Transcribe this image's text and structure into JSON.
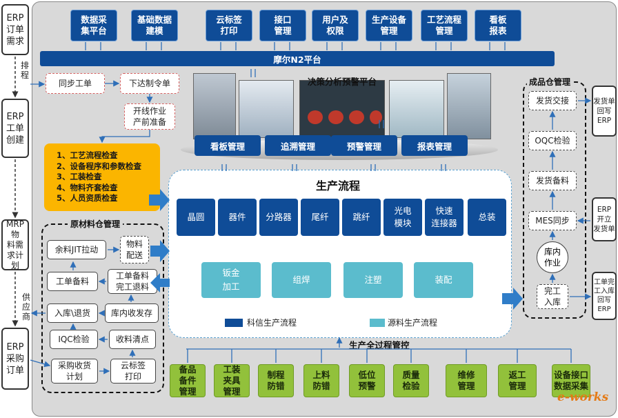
{
  "left_column": {
    "erp_order_demand": "ERP\n订单\n需求",
    "schedule": "排\n程",
    "erp_work_order": "ERP\n工单\n创建",
    "mrp": "MRP物\n料需\n求计\n划",
    "supply_vendor": "供\n应\n商",
    "erp_purchase_order": "ERP\n采购\n订单"
  },
  "top_modules": [
    "数据采\n集平台",
    "基础数据\n建模",
    "云标签\n打印",
    "接口\n管理",
    "用户及\n权限",
    "生产设备\n管理",
    "工艺流程\n管理",
    "看板\n报表"
  ],
  "platform_bar": "摩尔N2平台",
  "order_flow": {
    "sync_work_order": "同步工单",
    "issue_order": "下达制令单",
    "line_prep": "开线作业\n产前准备"
  },
  "checklist": [
    "1、工艺流程检查",
    "2、设备程序和参数检查",
    "3、工装检查",
    "4、物料齐套检查",
    "5、人员资质检查"
  ],
  "decision": {
    "title": "决策分析预警平台",
    "modules": [
      "看板管理",
      "追溯管理",
      "预警管理",
      "报表管理"
    ]
  },
  "production": {
    "title": "生产流程",
    "keyin_steps": [
      "晶圆",
      "器件",
      "分路器",
      "尾纤",
      "跳纤",
      "光电\n模块",
      "快速\n连接器",
      "总装"
    ],
    "yuanliao_steps": [
      "钣金\n加工",
      "组焊",
      "注塑",
      "装配"
    ],
    "legend_keyin": "科信生产流程",
    "legend_yuanliao": "源料生产流程",
    "legend_keyin_color": "#0f4c97",
    "legend_yuanliao_color": "#5bbccd"
  },
  "raw_warehouse": {
    "title": "原材料仓管理",
    "jit": "余料JIT拉动",
    "material_delivery": "物料\n配送",
    "work_order_picking": "工单备料",
    "complete_return": "工单备料\n完工退料",
    "in_return": "入库\\退货",
    "warehouse_io": "库内收发存",
    "iqc": "IQC检验",
    "receipt_clear": "收料清点",
    "purchase_plan": "采购收货\n计划",
    "cloud_label": "云标签\n打印"
  },
  "finished_warehouse": {
    "title": "成品仓管理",
    "ship_handover": "发货交接",
    "oqc": "OQC检验",
    "ship_prep": "发货备料",
    "mes_sync": "MES同步",
    "in_warehouse_ops": "库内\n作业",
    "complete_in": "完工\n入库"
  },
  "right_column": {
    "ship_writeback": "发货单\n回写\nERP",
    "erp_open_ship": "ERP\n开立\n发货单",
    "work_complete_writeback": "工单完\n工入库\n回写\nERP"
  },
  "full_process": {
    "title": "生产全过程管控",
    "items": [
      "备品\n备件\n管理",
      "工装\n夹具\n管理",
      "制程\n防错",
      "上料\n防错",
      "低位\n预警",
      "质量\n检验",
      "维修\n管理",
      "返工\n管理",
      "设备接口\n数据采集"
    ]
  },
  "watermark": "e-works"
}
